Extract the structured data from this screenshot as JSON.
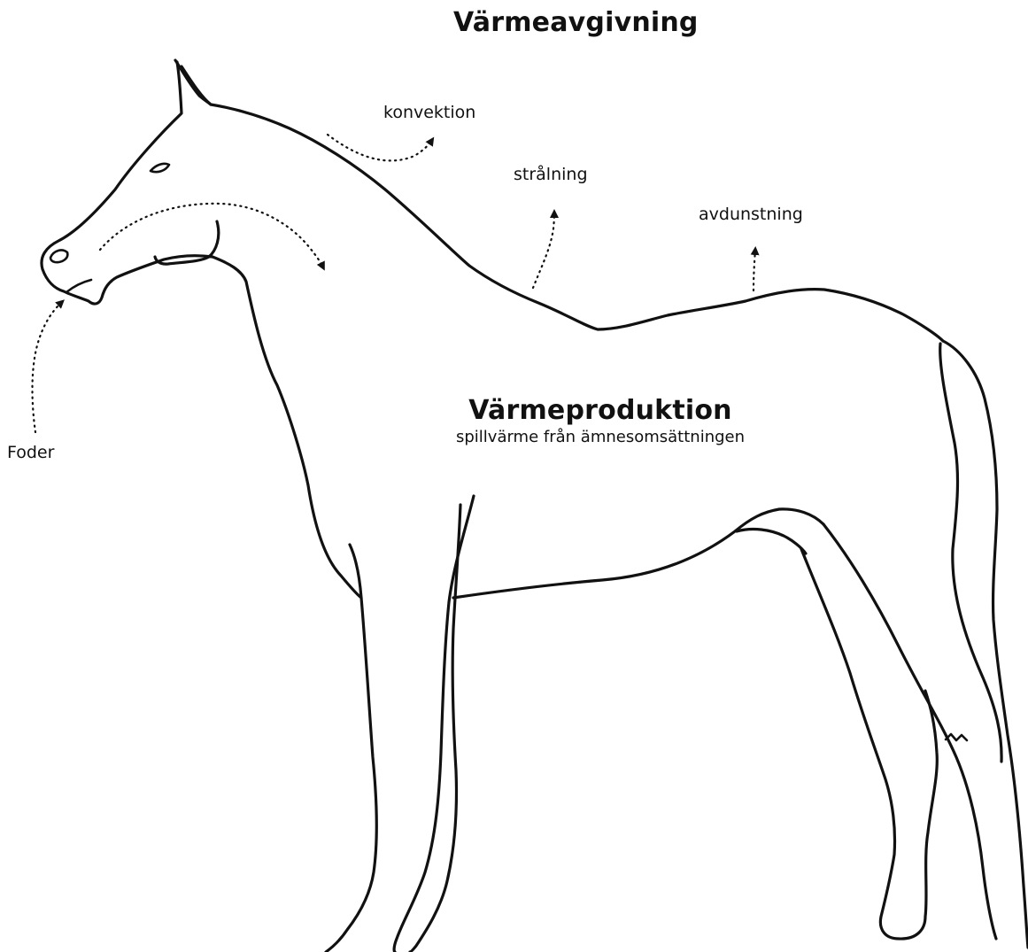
{
  "heat_loss": {
    "title": "Värmeavgivning",
    "routes": [
      {
        "label": "konvektion",
        "icon": "dotted-arrow"
      },
      {
        "label": "strålning",
        "icon": "dotted-arrow"
      },
      {
        "label": "avdunstning",
        "icon": "dotted-arrow"
      }
    ]
  },
  "heat_production": {
    "title": "Värmeproduktion",
    "subtitle": "spillvärme från ämnesomsättningen"
  },
  "intake": {
    "label": "Foder",
    "icon": "dotted-arrow"
  },
  "illustration": {
    "subject": "horse-outline",
    "stroke_color": "#111111",
    "background_color": "#ffffff"
  }
}
